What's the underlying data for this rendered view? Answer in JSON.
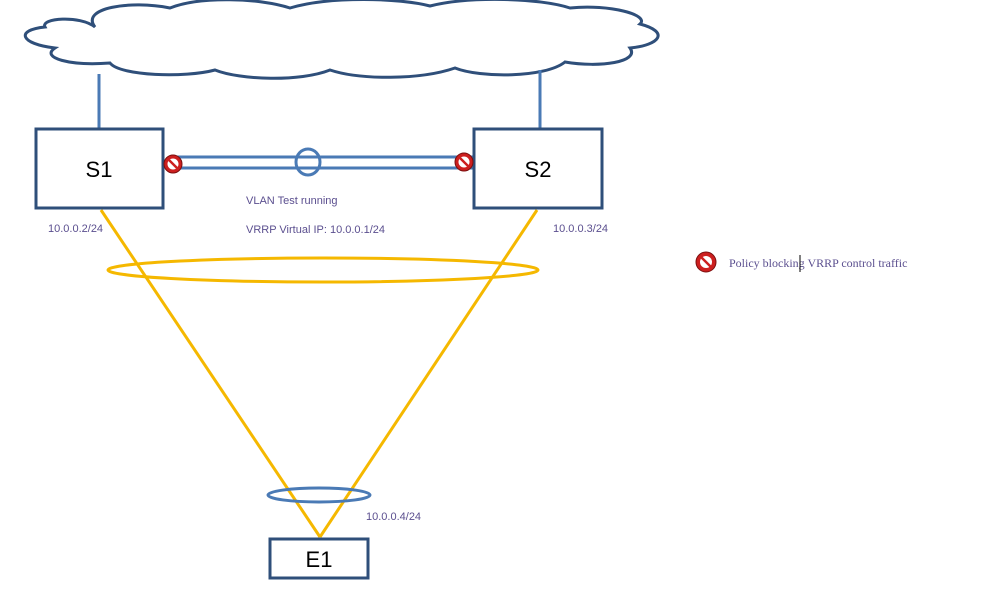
{
  "colors": {
    "border": "#2f4f7a",
    "link_blue": "#4a7ab5",
    "link_yellow": "#f5b800",
    "text": "#5b4f8f",
    "block_red": "#cc1f1f"
  },
  "nodes": {
    "s1": {
      "label": "S1",
      "ip": "10.0.0.2/24"
    },
    "s2": {
      "label": "S2",
      "ip": "10.0.0.3/24"
    },
    "e1": {
      "label": "E1",
      "ip": "10.0.0.4/24"
    }
  },
  "link": {
    "vlan_text": "VLAN Test running",
    "vrrp_text": "VRRP Virtual IP: 10.0.0.1/24"
  },
  "legend": {
    "icon": "no-entry-icon",
    "text": "Policy blocking VRRP control traffic"
  }
}
